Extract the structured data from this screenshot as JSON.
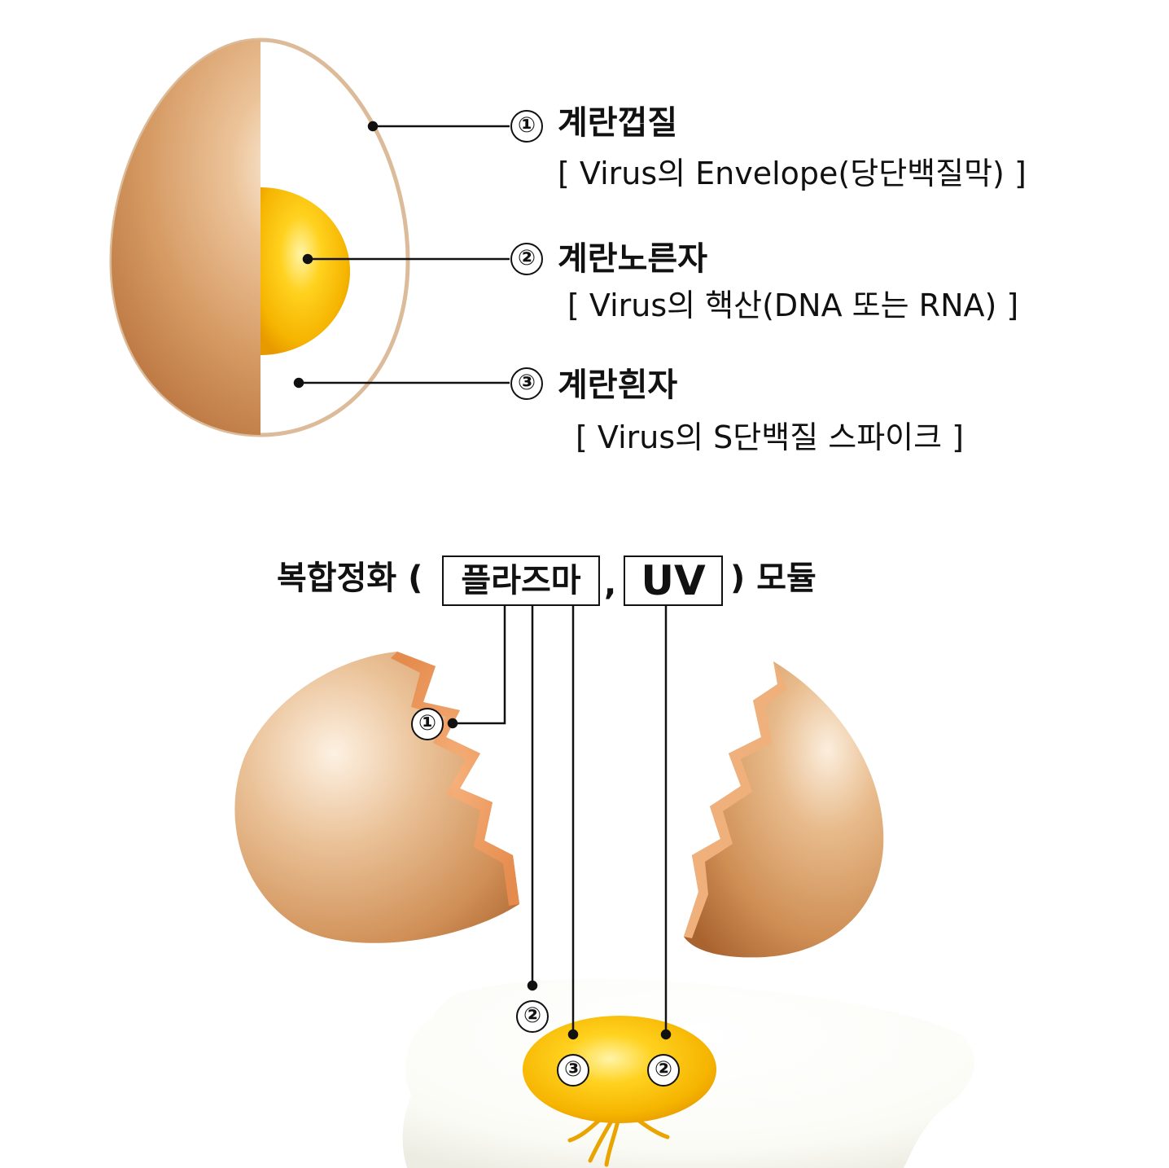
{
  "egg_diagram": {
    "items": [
      {
        "num": "①",
        "title": "계란껍질",
        "desc": "[ Virus의 Envelope(당단백질막) ]"
      },
      {
        "num": "②",
        "title": "계란노른자",
        "desc": "[ Virus의 핵산(DNA 또는 RNA) ]"
      },
      {
        "num": "③",
        "title": "계란흰자",
        "desc": "[ Virus의 S단백질 스파이크 ]"
      }
    ]
  },
  "module": {
    "prefix": "복합정화 (",
    "plasma": "플라즈마",
    "comma": ",",
    "uv": "UV",
    "suffix": ") 모듈"
  },
  "cracked_egg": {
    "markers": [
      "①",
      "②",
      "③",
      "②"
    ]
  }
}
